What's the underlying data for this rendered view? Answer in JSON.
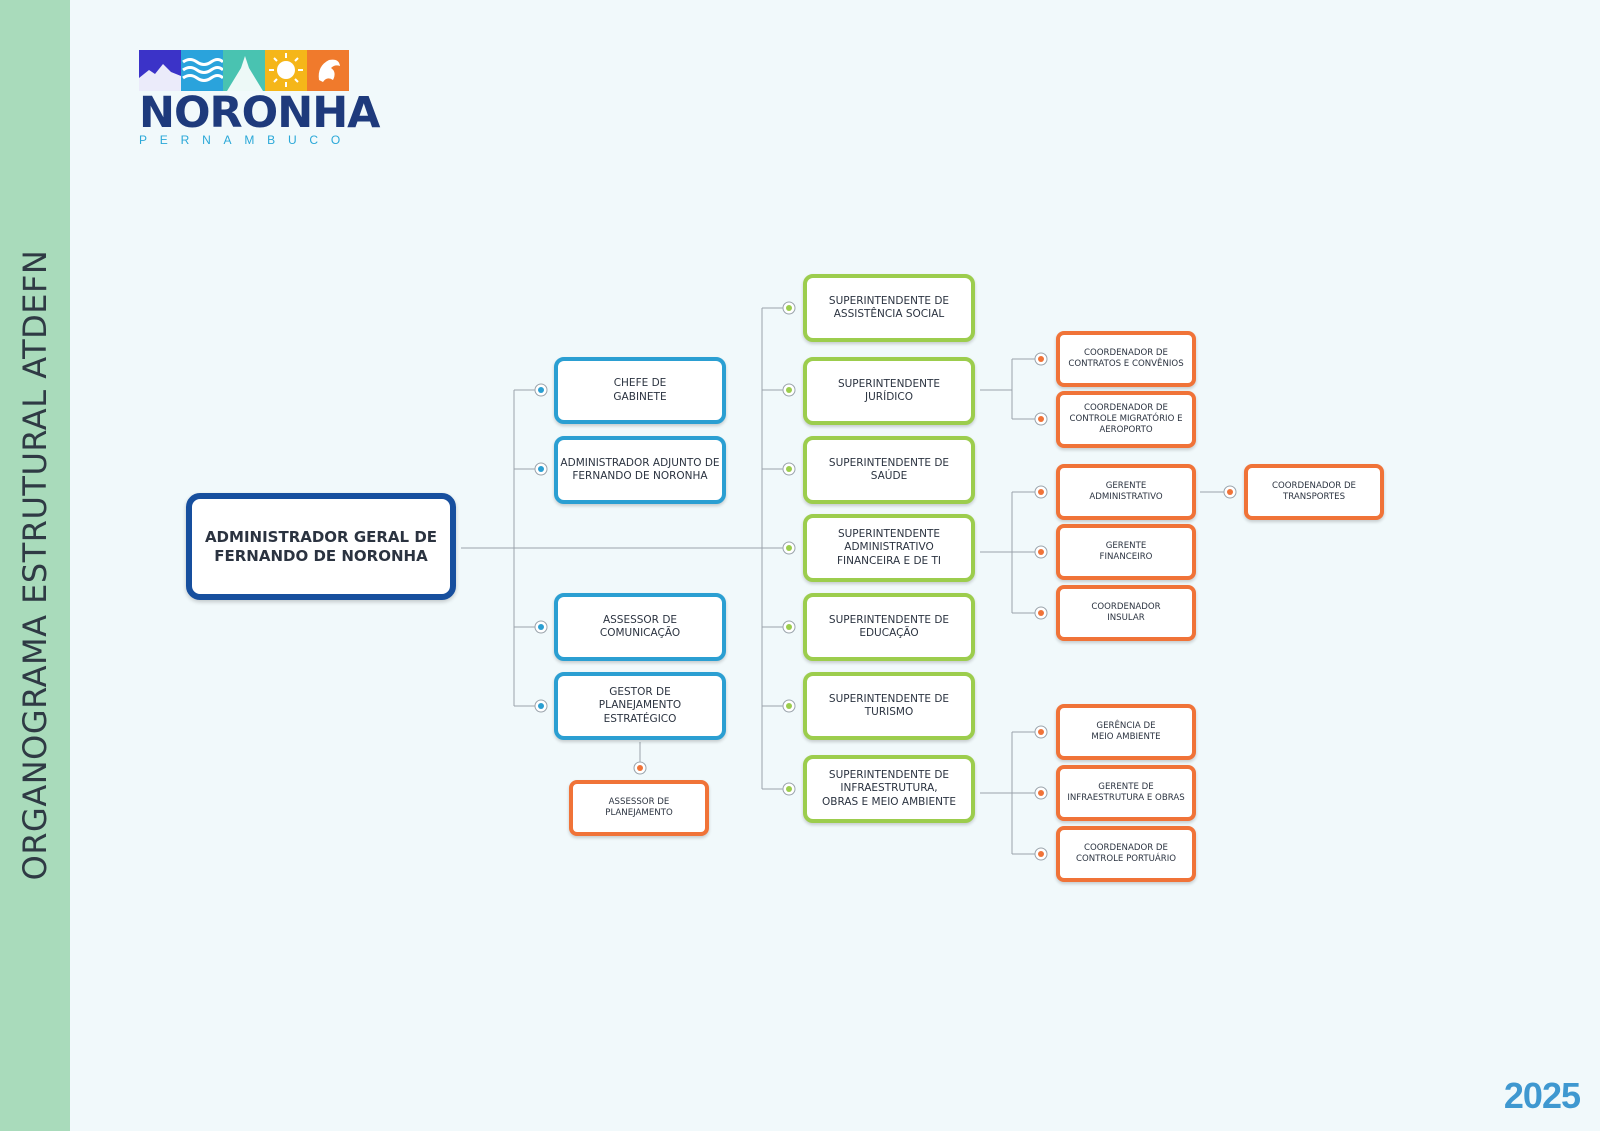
{
  "side_title": "ORGANOGRAMA ESTRUTURAL ATDEFN",
  "logo": {
    "word": "NORONHA",
    "sub": "PERNAMBUCO",
    "tile_colors": [
      "#3b33c8",
      "#2aa3dc",
      "#49c3b1",
      "#f5b619",
      "#f07a2c"
    ]
  },
  "year": "2025",
  "colors": {
    "root": "#174f9e",
    "blue": "#2b9fd2",
    "green": "#9ccd4d",
    "orange": "#f07338",
    "connector": "#9aa3ab"
  },
  "org": {
    "root": "ADMINISTRADOR GERAL DE\nFERNANDO DE NORONHA",
    "staff": [
      "CHEFE DE\nGABINETE",
      "ADMINISTRADOR ADJUNTO DE\nFERNANDO DE NORONHA",
      "ASSESSOR DE\nCOMUNICAÇÃO",
      "GESTOR DE\nPLANEJAMENTO\nESTRATÉGICO"
    ],
    "staff_sub": "ASSESSOR DE\nPLANEJAMENTO",
    "superintendents": [
      "SUPERINTENDENTE DE\nASSISTÊNCIA SOCIAL",
      "SUPERINTENDENTE\nJURÍDICO",
      "SUPERINTENDENTE DE\nSAÚDE",
      "SUPERINTENDENTE\nADMINISTRATIVO\nFINANCEIRA E DE TI",
      "SUPERINTENDENTE DE\nEDUCAÇÃO",
      "SUPERINTENDENTE DE\nTURISMO",
      "SUPERINTENDENTE DE\nINFRAESTRUTURA,\nOBRAS E MEIO AMBIENTE"
    ],
    "juridico_units": [
      "COORDENADOR DE\nCONTRATOS E CONVÊNIOS",
      "COORDENADOR DE\nCONTROLE MIGRATÓRIO E\nAEROPORTO"
    ],
    "admin_units": [
      "GERENTE\nADMINISTRATIVO",
      "GERENTE\nFINANCEIRO",
      "COORDENADOR\nINSULAR"
    ],
    "admin_sub": "COORDENADOR DE\nTRANSPORTES",
    "infra_units": [
      "GERÊNCIA DE\nMEIO AMBIENTE",
      "GERENTE DE\nINFRAESTRUTURA E OBRAS",
      "COORDENADOR DE\nCONTROLE PORTUÁRIO"
    ]
  }
}
